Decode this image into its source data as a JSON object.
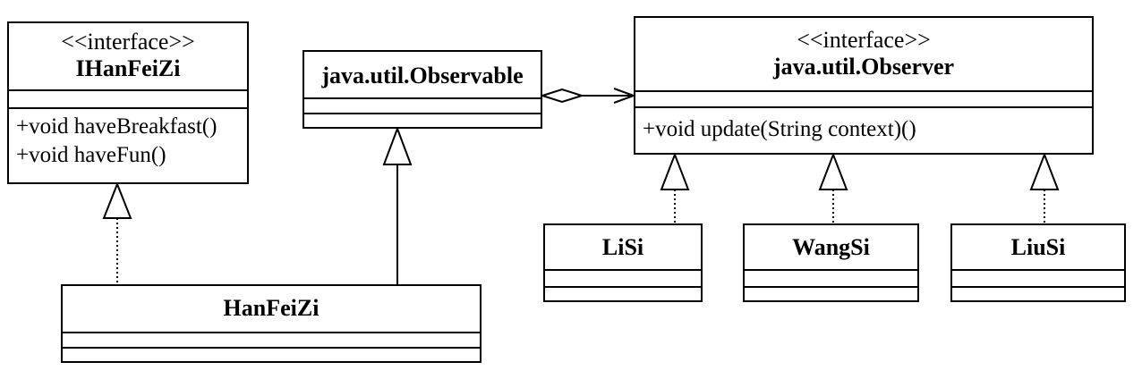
{
  "ihanfeizi": {
    "stereotype": "<<interface>>",
    "name": "IHanFeiZi",
    "operations": [
      "+void haveBreakfast()",
      "+void haveFun()"
    ]
  },
  "observable": {
    "name": "java.util.Observable"
  },
  "observer": {
    "stereotype": "<<interface>>",
    "name": "java.util.Observer",
    "operations": [
      "+void update(String context)()"
    ]
  },
  "hanfeizi": {
    "name": "HanFeiZi"
  },
  "lisi": {
    "name": "LiSi"
  },
  "wangsi": {
    "name": "WangSi"
  },
  "liusi": {
    "name": "LiuSi"
  }
}
